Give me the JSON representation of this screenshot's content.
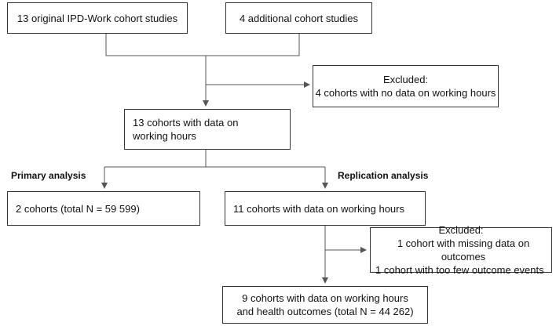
{
  "flowchart": {
    "nodes": {
      "original_cohorts": "13 original IPD-Work cohort studies",
      "additional_cohorts": "4 additional cohort studies",
      "excluded_1": {
        "heading": "Excluded:",
        "lines": [
          "4 cohorts with no data on working hours"
        ]
      },
      "cohorts_13": "13 cohorts with data on working hours",
      "primary_result": "2 cohorts (total N = 59 599)",
      "cohorts_11": "11 cohorts with data on working hours",
      "excluded_2": {
        "heading": "Excluded:",
        "lines": [
          "1 cohort with missing data on outcomes",
          "1 cohort with too few outcome events"
        ]
      },
      "final": {
        "lines": [
          "9 cohorts with data on working hours",
          "and health outcomes (total N = 44 262)"
        ]
      }
    },
    "labels": {
      "primary": "Primary analysis",
      "replication": "Replication analysis"
    },
    "colors": {
      "line": "#555555",
      "border": "#333333"
    }
  }
}
